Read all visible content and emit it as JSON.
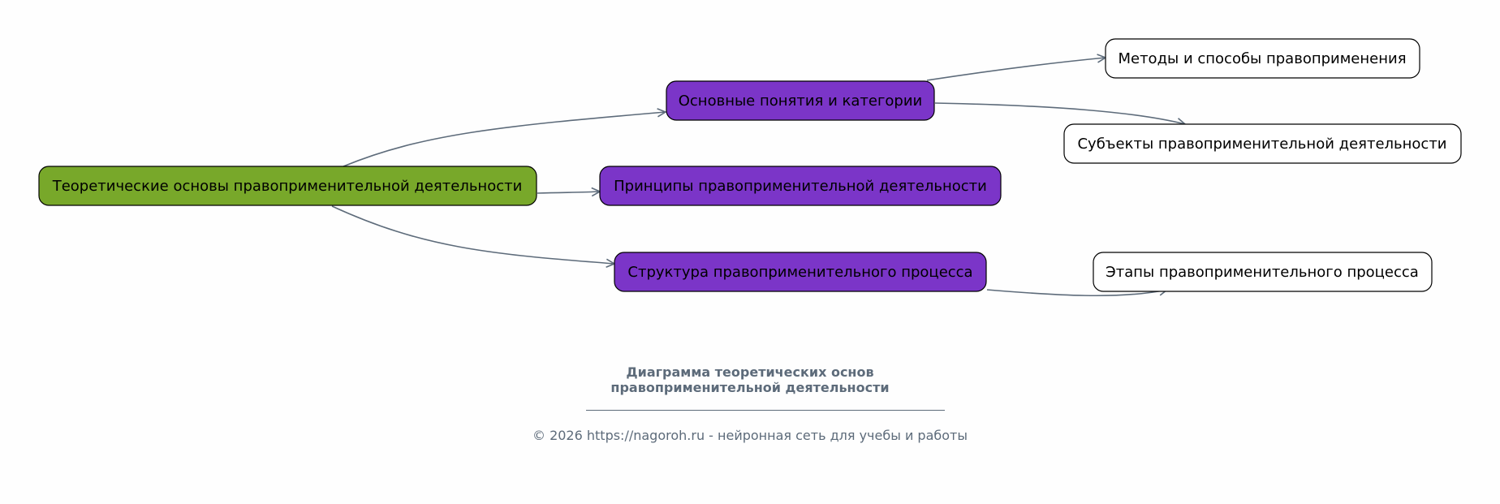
{
  "diagram": {
    "nodes": {
      "root": "Теоретические основы правоприменительной деятельности",
      "concepts": "Основные понятия и категории",
      "principles": "Принципы правоприменительной деятельности",
      "structure": "Структура правоприменительного процесса",
      "methods": "Методы и способы правоприменения",
      "subjects": "Субъекты правоприменительной деятельности",
      "stages": "Этапы правоприменительного процесса"
    },
    "colors": {
      "root_fill": "#78a82a",
      "branch_fill": "#7b35c8",
      "leaf_fill": "#ffffff",
      "edge": "#5d6b7a"
    }
  },
  "caption": {
    "title_line1": "Диаграмма теоретических основ",
    "title_line2": "правоприменительной деятельности",
    "footer": "© 2026 https://nagoroh.ru - нейронная сеть для учебы и работы"
  }
}
